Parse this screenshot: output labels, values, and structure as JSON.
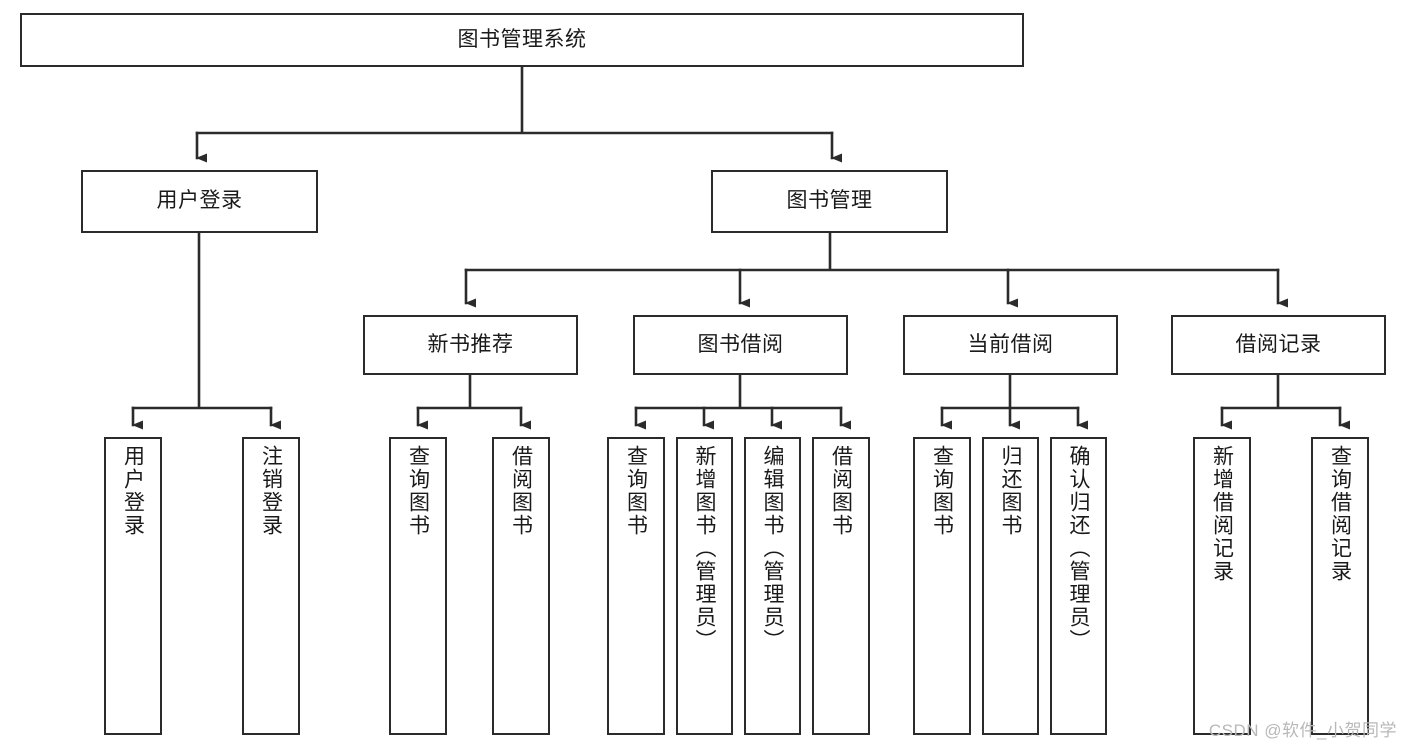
{
  "diagram": {
    "title": "图书管理系统",
    "watermark": "CSDN @软件_小贺同学",
    "colors": {
      "stroke": "#2b2b2b",
      "fill": "#ffffff",
      "text": "#1a1a1a",
      "watermark": "#b8b8b8"
    },
    "nodes": {
      "root": {
        "label": "图书管理系统"
      },
      "level2": [
        {
          "id": "user-login",
          "label": "用户登录"
        },
        {
          "id": "book-manage",
          "label": "图书管理"
        }
      ],
      "level3": [
        {
          "id": "new-book-recommend",
          "label": "新书推荐"
        },
        {
          "id": "book-borrow",
          "label": "图书借阅"
        },
        {
          "id": "current-borrow",
          "label": "当前借阅"
        },
        {
          "id": "borrow-record",
          "label": "借阅记录"
        }
      ],
      "leaves": [
        {
          "id": "leaf-user-login",
          "label": "用户登录",
          "parent": "user-login"
        },
        {
          "id": "leaf-logout-login",
          "label": "注销登录",
          "parent": "user-login"
        },
        {
          "id": "leaf-query-book-1",
          "label": "查询图书",
          "parent": "new-book-recommend"
        },
        {
          "id": "leaf-borrow-book-1",
          "label": "借阅图书",
          "parent": "new-book-recommend"
        },
        {
          "id": "leaf-query-book-2",
          "label": "查询图书",
          "parent": "book-borrow"
        },
        {
          "id": "leaf-add-book",
          "label": "新增图书（管理员）",
          "parent": "book-borrow"
        },
        {
          "id": "leaf-edit-book",
          "label": "编辑图书（管理员）",
          "parent": "book-borrow"
        },
        {
          "id": "leaf-borrow-book-2",
          "label": "借阅图书",
          "parent": "book-borrow"
        },
        {
          "id": "leaf-query-book-3",
          "label": "查询图书",
          "parent": "current-borrow"
        },
        {
          "id": "leaf-return-book",
          "label": "归还图书",
          "parent": "current-borrow"
        },
        {
          "id": "leaf-confirm-return",
          "label": "确认归还（管理员）",
          "parent": "current-borrow"
        },
        {
          "id": "leaf-add-record",
          "label": "新增借阅记录",
          "parent": "borrow-record"
        },
        {
          "id": "leaf-query-record",
          "label": "查询借阅记录",
          "parent": "borrow-record"
        }
      ]
    }
  }
}
